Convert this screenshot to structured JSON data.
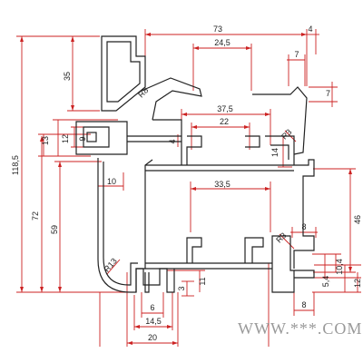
{
  "drawing": {
    "colors": {
      "profile": "#222222",
      "dimension": "#cc2222",
      "background": "#ffffff",
      "watermark": "#9a9a9a"
    },
    "dimensions": {
      "overall_width": "73",
      "top_offset": "4",
      "top_slot_width": "24,5",
      "top_right_7": "7",
      "right_7": "7",
      "left_35": "35",
      "overall_height": "118,5",
      "radius_8": "R8",
      "inner_37_5": "37,5",
      "inner_22": "22",
      "notch_4": "4",
      "right_14": "14",
      "radius_3_top": "R3",
      "left_13": "13",
      "left_12": "12",
      "left_9": "9",
      "left_72": "72",
      "left_59": "59",
      "left_10": "10",
      "mid_33_5": "33,5",
      "right_46": "46",
      "right_8_mid": "8",
      "radius_3_bottom": "R3",
      "right_10_4": "10,4",
      "right_5_4": "5,4",
      "right_12": "12",
      "radius_13": "R13",
      "bottom_11": "11",
      "bottom_3": "3",
      "bottom_6": "6",
      "bottom_14_5": "14,5",
      "bottom_20": "20",
      "bottom_right_8": "8"
    },
    "watermark": "WWW.***.COM"
  }
}
